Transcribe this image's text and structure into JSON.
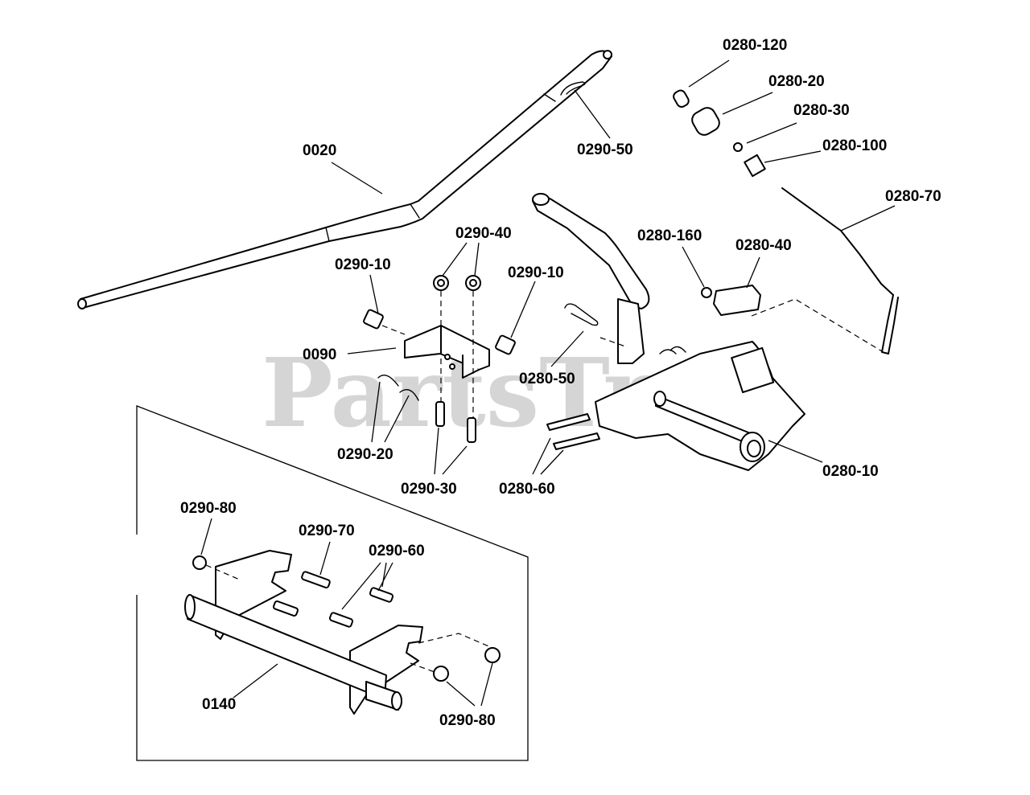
{
  "watermark": "PartsTree",
  "labels": {
    "l_0020": "0020",
    "l_0290_50": "0290-50",
    "l_0280_120": "0280-120",
    "l_0280_20": "0280-20",
    "l_0280_30": "0280-30",
    "l_0280_100": "0280-100",
    "l_0280_70": "0280-70",
    "l_0280_160": "0280-160",
    "l_0280_40": "0280-40",
    "l_0290_40": "0290-40",
    "l_0290_10_left": "0290-10",
    "l_0290_10_right": "0290-10",
    "l_0090": "0090",
    "l_0280_50": "0280-50",
    "l_0290_20": "0290-20",
    "l_0290_30": "0290-30",
    "l_0280_60": "0280-60",
    "l_0280_10": "0280-10",
    "l_0290_80_top": "0290-80",
    "l_0290_70": "0290-70",
    "l_0290_60": "0290-60",
    "l_0140": "0140",
    "l_0290_80_bottom": "0290-80"
  }
}
